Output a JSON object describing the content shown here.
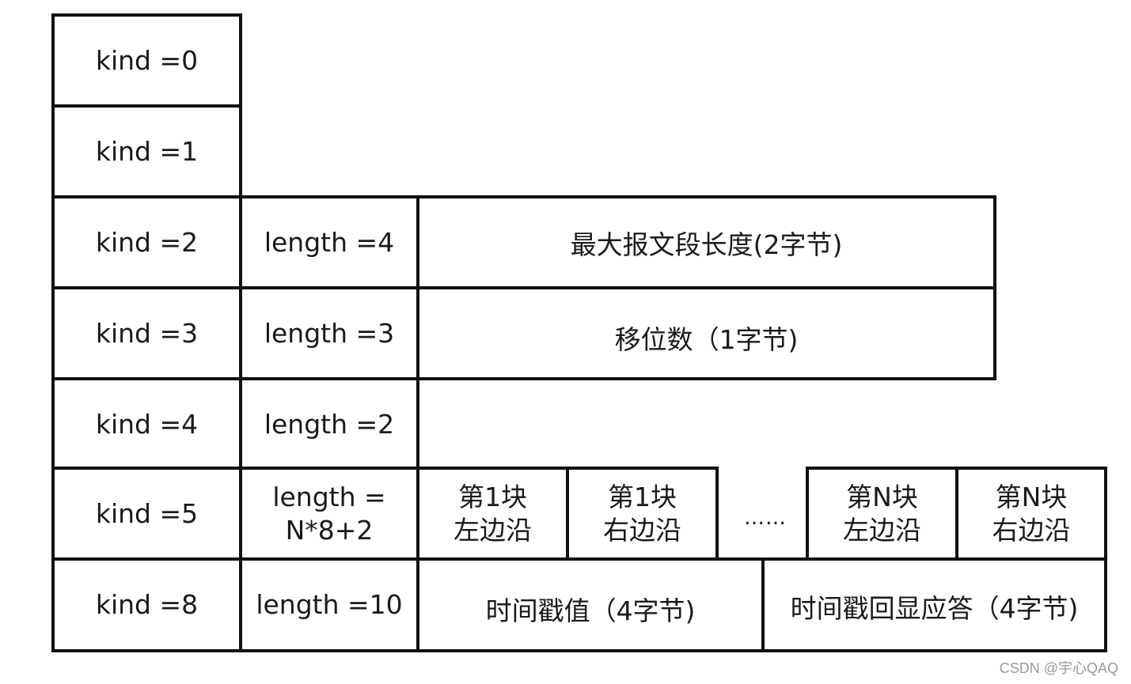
{
  "rows": [
    {
      "kind": "kind =0"
    },
    {
      "kind": "kind =1"
    },
    {
      "kind": "kind =2",
      "length": "length =4",
      "fields": [
        "最大报文段长度(2字节)"
      ]
    },
    {
      "kind": "kind =3",
      "length": "length =3",
      "fields": [
        "移位数（1字节)"
      ]
    },
    {
      "kind": "kind =4",
      "length": "length =2"
    },
    {
      "kind": "kind =5",
      "length": "length =\nN*8+2",
      "fields": [
        "第1块\n左边沿",
        "第1块\n右边沿",
        "第N块\n左边沿",
        "第N块\n右边沿"
      ],
      "ellipsis": "……"
    },
    {
      "kind": "kind =8",
      "length": "length =10",
      "fields": [
        "时间戳值（4字节)",
        "时间戳回显应答（4字节)"
      ]
    }
  ],
  "watermark": "CSDN @宇心QAQ"
}
